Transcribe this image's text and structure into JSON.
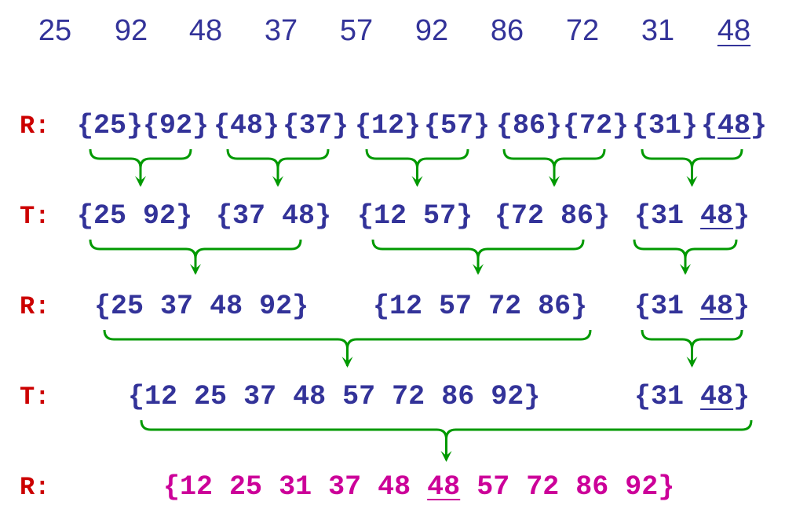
{
  "input_list": [
    {
      "value": "25"
    },
    {
      "value": "92"
    },
    {
      "value": "48"
    },
    {
      "value": "37"
    },
    {
      "value": "57"
    },
    {
      "value": "92"
    },
    {
      "value": "86"
    },
    {
      "value": "72"
    },
    {
      "value": "31"
    },
    {
      "value": "48",
      "underline": true
    }
  ],
  "rows": [
    {
      "label": "R:",
      "groups": [
        [
          {
            "v": "25"
          }
        ],
        [
          {
            "v": "92"
          }
        ],
        [
          {
            "v": "48"
          }
        ],
        [
          {
            "v": "37"
          }
        ],
        [
          {
            "v": "12"
          }
        ],
        [
          {
            "v": "57"
          }
        ],
        [
          {
            "v": "86"
          }
        ],
        [
          {
            "v": "72"
          }
        ],
        [
          {
            "v": "31"
          }
        ],
        [
          {
            "v": "48",
            "u": true
          }
        ]
      ]
    },
    {
      "label": "T:",
      "groups": [
        [
          {
            "v": "25"
          },
          {
            "v": "92"
          }
        ],
        [
          {
            "v": "37"
          },
          {
            "v": "48"
          }
        ],
        [
          {
            "v": "12"
          },
          {
            "v": "57"
          }
        ],
        [
          {
            "v": "72"
          },
          {
            "v": "86"
          }
        ],
        [
          {
            "v": "31"
          },
          {
            "v": "48",
            "u": true
          }
        ]
      ]
    },
    {
      "label": "R:",
      "groups": [
        [
          {
            "v": "25"
          },
          {
            "v": "37"
          },
          {
            "v": "48"
          },
          {
            "v": "92"
          }
        ],
        [
          {
            "v": "12"
          },
          {
            "v": "57"
          },
          {
            "v": "72"
          },
          {
            "v": "86"
          }
        ],
        [
          {
            "v": "31"
          },
          {
            "v": "48",
            "u": true
          }
        ]
      ]
    },
    {
      "label": "T:",
      "groups": [
        [
          {
            "v": "12"
          },
          {
            "v": "25"
          },
          {
            "v": "37"
          },
          {
            "v": "48"
          },
          {
            "v": "57"
          },
          {
            "v": "72"
          },
          {
            "v": "86"
          },
          {
            "v": "92"
          }
        ],
        [
          {
            "v": "31"
          },
          {
            "v": "48",
            "u": true
          }
        ]
      ]
    },
    {
      "label": "R:",
      "final": true,
      "groups": [
        [
          {
            "v": "12"
          },
          {
            "v": "25"
          },
          {
            "v": "31"
          },
          {
            "v": "37"
          },
          {
            "v": "48"
          },
          {
            "v": "48",
            "u": true
          },
          {
            "v": "57"
          },
          {
            "v": "72"
          },
          {
            "v": "86"
          },
          {
            "v": "92"
          }
        ]
      ]
    }
  ],
  "colors": {
    "text": "#333399",
    "label": "#cc0000",
    "arrow": "#009900",
    "result": "#cc0099"
  }
}
